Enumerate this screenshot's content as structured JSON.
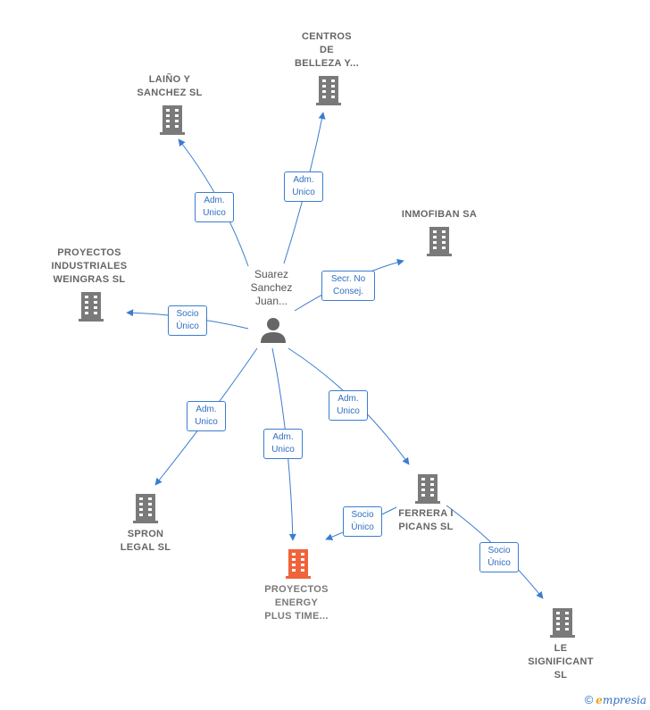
{
  "colors": {
    "edge": "#3a7dd0",
    "building": "#7a7a7a",
    "building_highlight": "#f0643c",
    "person": "#666666"
  },
  "center": {
    "label": "Suarez\nSanchez\nJuan..."
  },
  "nodes": [
    {
      "id": "centros",
      "label": "CENTROS\nDE\nBELLEZA Y...",
      "icon": "building-icon"
    },
    {
      "id": "laino",
      "label": "LAIÑO Y\nSANCHEZ SL",
      "icon": "building-icon"
    },
    {
      "id": "inmofiban",
      "label": "INMOFIBAN SA",
      "icon": "building-icon"
    },
    {
      "id": "proyectos_ind",
      "label": "PROYECTOS\nINDUSTRIALES\nWEINGRAS SL",
      "icon": "building-icon"
    },
    {
      "id": "spron",
      "label": "SPRON\nLEGAL  SL",
      "icon": "building-icon"
    },
    {
      "id": "proyectos_energy",
      "label": "PROYECTOS\nENERGY\nPLUS TIME...",
      "icon": "building-icon"
    },
    {
      "id": "ferrera",
      "label": "FERRERA I\nPICANS  SL",
      "icon": "building-icon"
    },
    {
      "id": "le_significant",
      "label": "LE\nSIGNIFICANT\nSL",
      "icon": "building-icon"
    }
  ],
  "edges": [
    {
      "label": "Adm.\nUnico"
    },
    {
      "label": "Adm.\nUnico"
    },
    {
      "label": "Secr.  No\nConsej."
    },
    {
      "label": "Socio\nÚnico"
    },
    {
      "label": "Adm.\nUnico"
    },
    {
      "label": "Adm.\nUnico"
    },
    {
      "label": "Adm.\nUnico"
    },
    {
      "label": "Socio\nÚnico"
    },
    {
      "label": "Socio\nÚnico"
    }
  ],
  "footer": {
    "copyright": "©",
    "brand_initial": "e",
    "brand_rest": "mpresia"
  }
}
